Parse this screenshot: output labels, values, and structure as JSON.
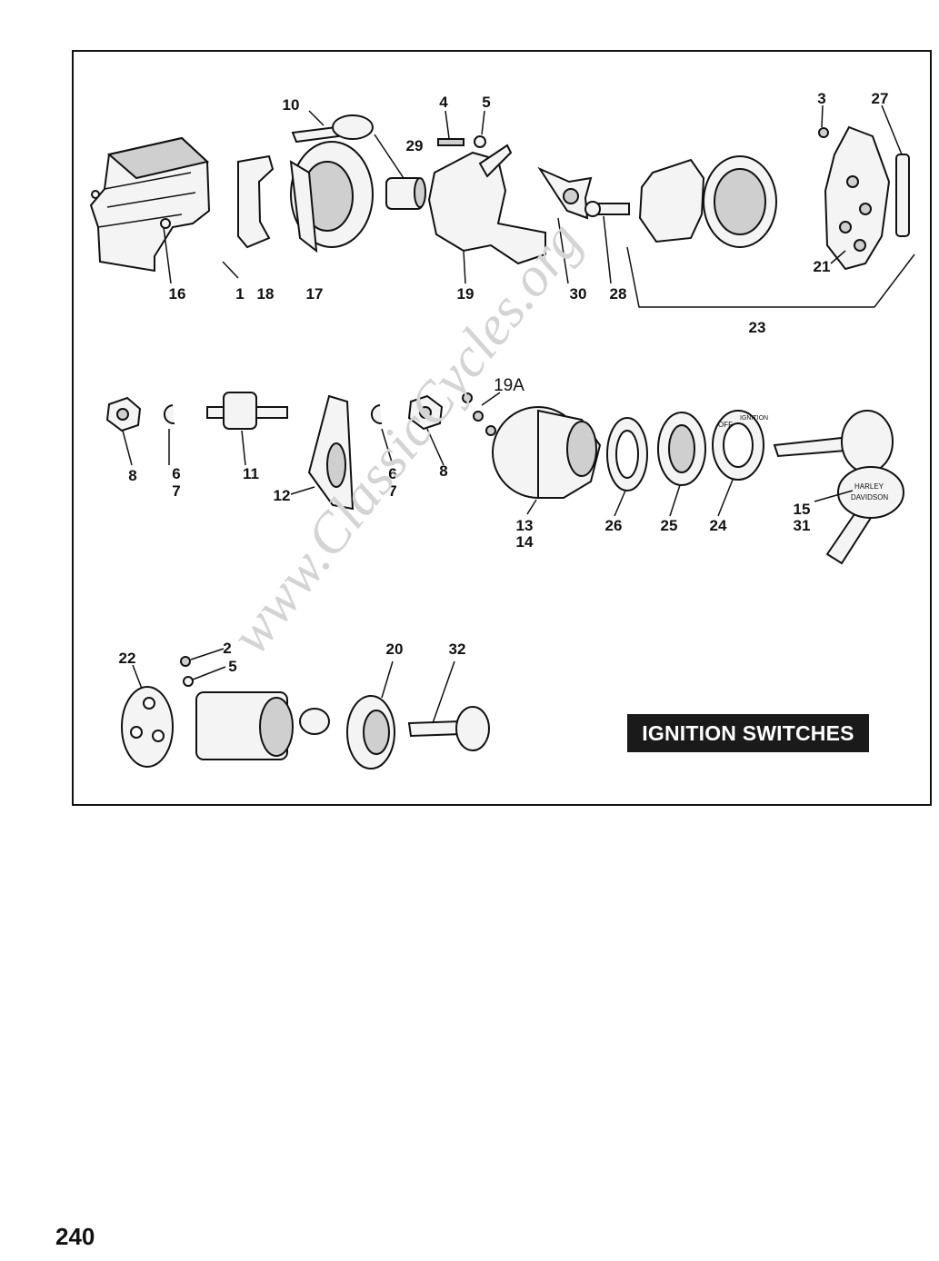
{
  "diagram": {
    "title": "IGNITION SWITCHES",
    "watermark": "www.ClassicCycles.org",
    "page_number": "240",
    "callouts": {
      "c1": "1",
      "c2": "2",
      "c3": "3",
      "c4": "4",
      "c5a": "5",
      "c5b": "5",
      "c6a": "6",
      "c7a": "7",
      "c6b": "6",
      "c7b": "7",
      "c8a": "8",
      "c8b": "8",
      "c10": "10",
      "c11": "11",
      "c12": "12",
      "c13": "13",
      "c14": "14",
      "c15": "15",
      "c16": "16",
      "c17": "17",
      "c18": "18",
      "c19": "19",
      "c19a": "19A",
      "c20": "20",
      "c21": "21",
      "c22": "22",
      "c23": "23",
      "c24": "24",
      "c25": "25",
      "c26": "26",
      "c27": "27",
      "c28": "28",
      "c29": "29",
      "c30": "30",
      "c31": "31",
      "c32": "32"
    },
    "key_text": {
      "brand_line1": "HARLEY",
      "brand_line2": "DAVIDSON"
    },
    "ring_text": {
      "off": "OFF",
      "ignition": "IGNITION"
    }
  }
}
